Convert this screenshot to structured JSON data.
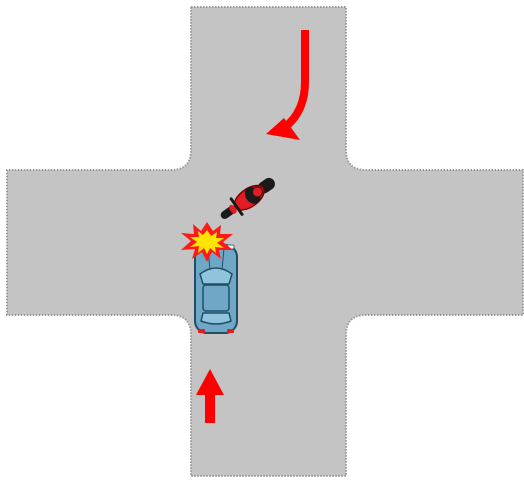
{
  "scene": {
    "type": "intersection-collision-diagram",
    "colors": {
      "background": "#ffffff",
      "road": "#c4c4c4",
      "road_edge": "#8f8f8f",
      "arrow": "#ff0000",
      "car_body": "#6fa8c7",
      "car_outline": "#1f4f67",
      "car_glass": "#8fc4dc",
      "motorcycle_body": "#e31b23",
      "motorcycle_dark": "#1a1a1a",
      "impact_outer": "#ff1a1a",
      "impact_inner": "#ffe500"
    },
    "elements": [
      {
        "name": "road-vertical",
        "icon": "road"
      },
      {
        "name": "road-horizontal",
        "icon": "road"
      },
      {
        "name": "arrow-motorcycle-path",
        "icon": "curved-arrow-down-left"
      },
      {
        "name": "arrow-car-path",
        "icon": "arrow-up"
      },
      {
        "name": "car",
        "icon": "car-top-view"
      },
      {
        "name": "motorcycle",
        "icon": "motorcycle-top-view"
      },
      {
        "name": "impact",
        "icon": "collision-burst-icon"
      }
    ]
  }
}
